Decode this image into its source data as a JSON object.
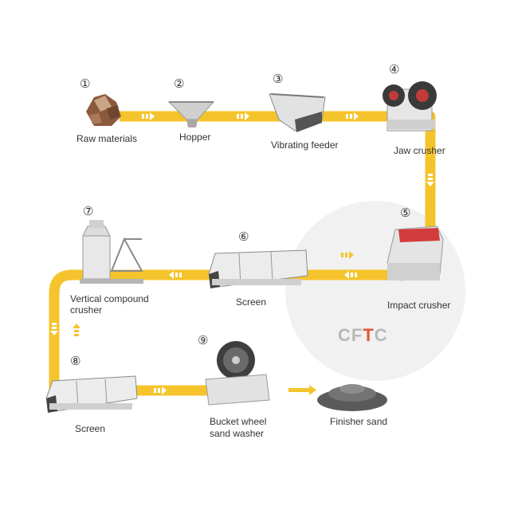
{
  "steps": [
    {
      "num": "①",
      "label": "Raw materials"
    },
    {
      "num": "②",
      "label": "Hopper"
    },
    {
      "num": "③",
      "label": "Vibrating feeder"
    },
    {
      "num": "④",
      "label": "Jaw crusher"
    },
    {
      "num": "⑤",
      "label": "Impact crusher"
    },
    {
      "num": "⑥",
      "label": "Screen"
    },
    {
      "num": "⑦",
      "label_line1": "Vertical compound",
      "label_line2": "crusher"
    },
    {
      "num": "⑧",
      "label": "Screen"
    },
    {
      "num": "⑨",
      "label_line1": "Bucket wheel",
      "label_line2": "sand washer"
    }
  ],
  "output": {
    "label": "Finisher sand"
  },
  "logo": {
    "part1": "CF",
    "part2": "T",
    "part3": "C"
  },
  "colors": {
    "conveyor": "#f5c42c",
    "arrow": "#ffffff",
    "accent_arrow": "#f5c42c",
    "circle": "#f1f1f1"
  }
}
